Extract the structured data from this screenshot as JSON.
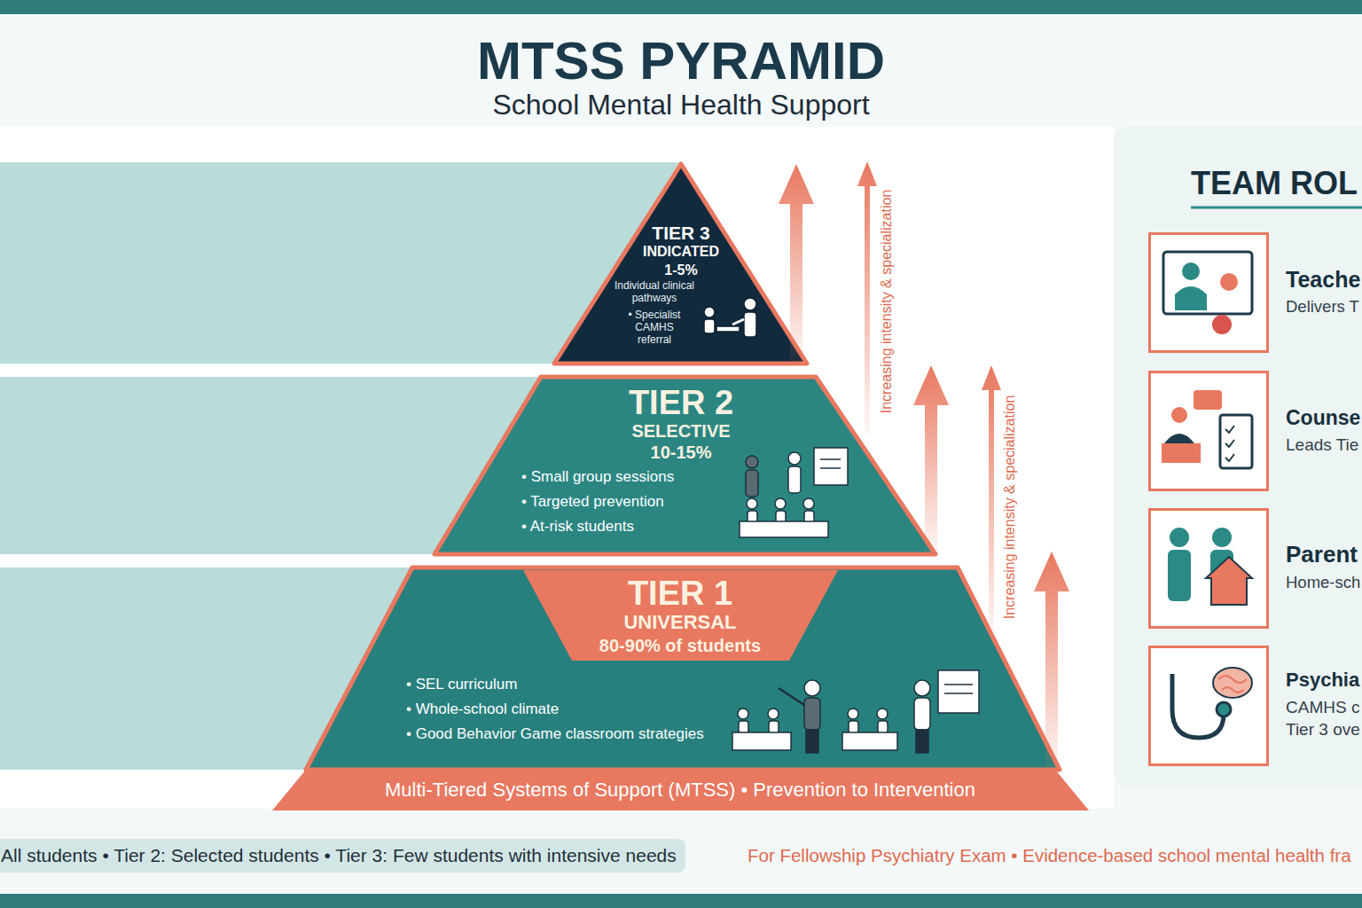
{
  "diagram": {
    "title": "MTSS PYRAMID",
    "nodes": [
      {
        "text": [
          "TIER 3",
          "INDICATED",
          "1-5%",
          "Individual clinical pathways",
          "• Specialist CAMHS referral"
        ]
      },
      {
        "text": [
          "TIER 2",
          "SELECTIVE",
          "10-15%",
          "• Small group sessions",
          "• Targeted prevention",
          "• At-risk students"
        ]
      },
      {
        "text": [
          "• SEL curriculum",
          "• Whole-school climate",
          "• Good Behavior Game classroom strategies"
        ]
      },
      {
        "text": [
          "TIER 1",
          "UNIVERSAL",
          "80-90% of students"
        ],
        "in": 2
      },
      {
        "text": [
          "Multi-Tiered Systems of Support (MTSS) • Prevention to Intervention"
        ]
      },
      {
        "text": [
          "TEAM ROL"
        ]
      },
      {
        "text": [
          "Teache",
          "Delivers T"
        ],
        "in": 5
      },
      {
        "text": [
          "Counse",
          "Leads Tie"
        ],
        "in": 5
      },
      {
        "text": [
          "Parent",
          "Home-sch"
        ],
        "in": 5
      },
      {
        "text": [
          "Psychia",
          "CAMHS c",
          "Tier 3 ove"
        ],
        "in": 5
      },
      {
        "text": [
          "All students • Tier 2: Selected students • Tier 3: Few students with intensive needs"
        ]
      }
    ],
    "labels": [
      "School Mental Health Support",
      "Increasing intensity & specialization",
      "Increasing intensity & specialization",
      "For Fellowship Psychiatry Exam • Evidence-based school mental health fra"
    ]
  }
}
